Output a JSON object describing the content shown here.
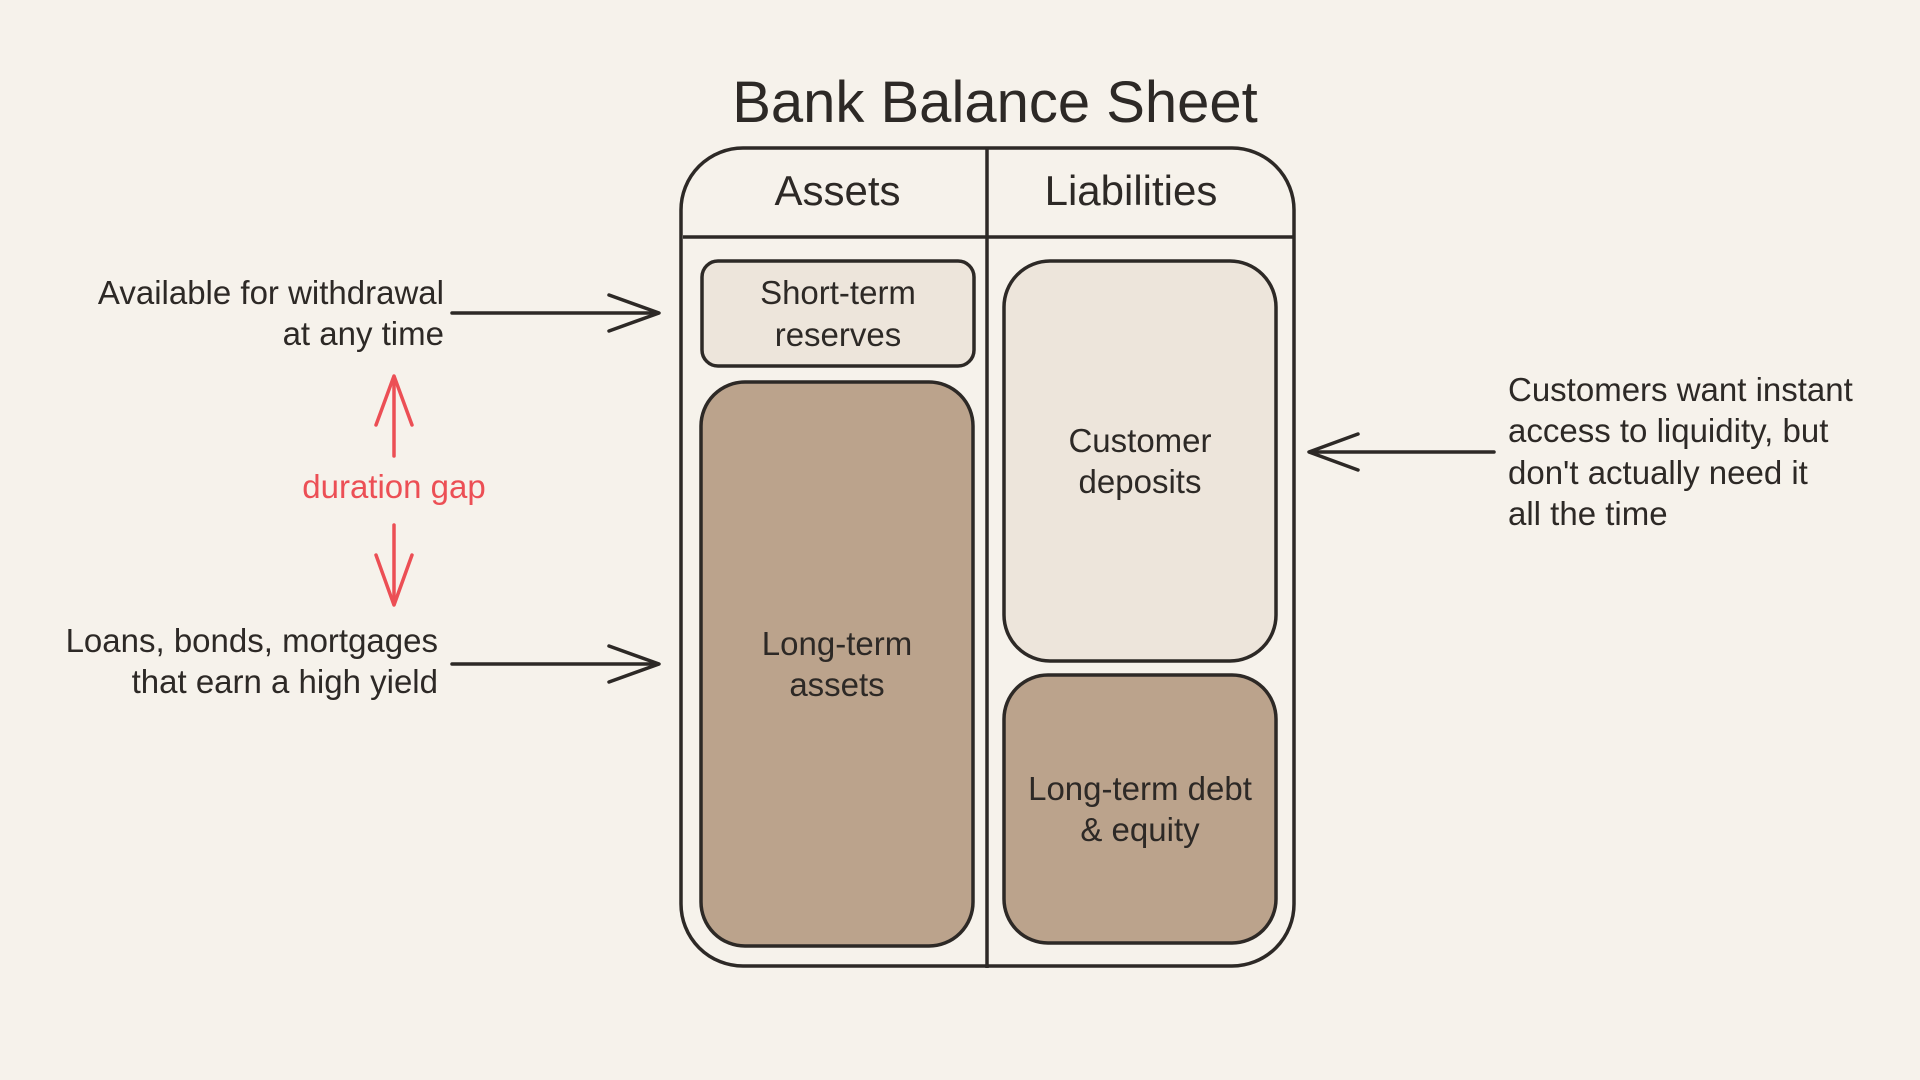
{
  "title": "Bank Balance Sheet",
  "columns": {
    "assets": "Assets",
    "liabilities": "Liabilities"
  },
  "assets": {
    "short_term_reserves": "Short-term\nreserves",
    "long_term_assets": "Long-term\nassets"
  },
  "liabilities": {
    "customer_deposits": "Customer\ndeposits",
    "long_term_debt_equity": "Long-term debt\n& equity"
  },
  "annotations": {
    "available": "Available for withdrawal\nat any time",
    "loans": "Loans, bonds, mortgages\nthat earn a high yield",
    "duration_gap": "duration gap",
    "customers": "Customers want instant\naccess to liquidity, but\ndon't actually need it\nall the time"
  },
  "colors": {
    "background": "#f6f2eb",
    "light_box": "#ede5db",
    "dark_box": "#bba38c",
    "ink": "#2d2926",
    "accent_red": "#ec4f55"
  }
}
